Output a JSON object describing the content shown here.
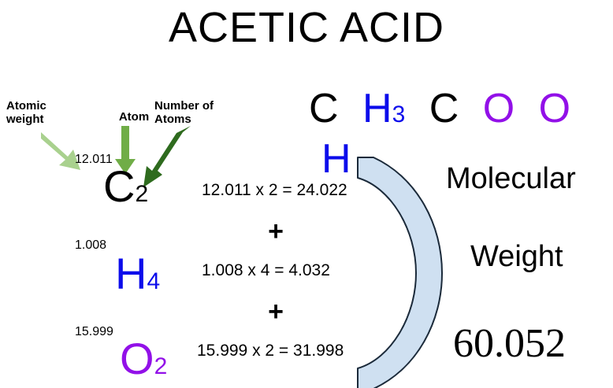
{
  "title": "ACETIC ACID",
  "formula": {
    "parts": [
      {
        "symbol": "C",
        "subscript": "",
        "color": "#000000"
      },
      {
        "symbol": "H",
        "subscript": "3",
        "color": "#0c0ceb"
      },
      {
        "symbol": "C",
        "subscript": "",
        "color": "#000000"
      },
      {
        "symbol": "O",
        "subscript": "",
        "color": "#9210e8"
      },
      {
        "symbol": "O",
        "subscript": "",
        "color": "#9210e8"
      },
      {
        "symbol": "H",
        "subscript": "",
        "color": "#0c0ceb"
      }
    ]
  },
  "callouts": [
    {
      "label": "Atomic\nweight",
      "arrow_color": "#a9d18e"
    },
    {
      "label": "Atom",
      "arrow_color": "#70ad47"
    },
    {
      "label": "Number of\nAtoms",
      "arrow_color": "#2e6b1e"
    }
  ],
  "elements": [
    {
      "atomic_weight": "12.011",
      "symbol": "C",
      "count": "2",
      "color": "#000000"
    },
    {
      "atomic_weight": "1.008",
      "symbol": "H",
      "count": "4",
      "color": "#0c0ceb"
    },
    {
      "atomic_weight": "15.999",
      "symbol": "O",
      "count": "2",
      "color": "#9210e8"
    }
  ],
  "calculations": {
    "lines": [
      "12.011 x 2 = 24.022",
      "1.008 x 4 = 4.032",
      "15.999 x 2 = 31.998"
    ],
    "operator": "+"
  },
  "result": {
    "line1": "Molecular",
    "line2": "Weight",
    "value": "60.052"
  },
  "brace": {
    "fill": "#cfe0f1",
    "stroke": "#1b2a3a"
  }
}
